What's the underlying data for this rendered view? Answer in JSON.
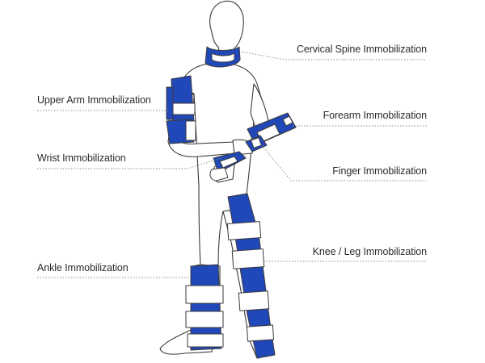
{
  "colors": {
    "splint_blue": "#2148b8",
    "padding": "#ffffff",
    "outline": "#3a3a3a",
    "leader": "#8a8a8a",
    "label_text": "#2b2b2b"
  },
  "labels": {
    "cervical": "Cervical Spine Immobilization",
    "upper_arm": "Upper Arm Immobilization",
    "forearm": "Forearm Immobilization",
    "wrist": "Wrist Immobilization",
    "finger": "Finger Immobilization",
    "knee_leg": "Knee / Leg Immobilization",
    "ankle": "Ankle Immobilization"
  }
}
